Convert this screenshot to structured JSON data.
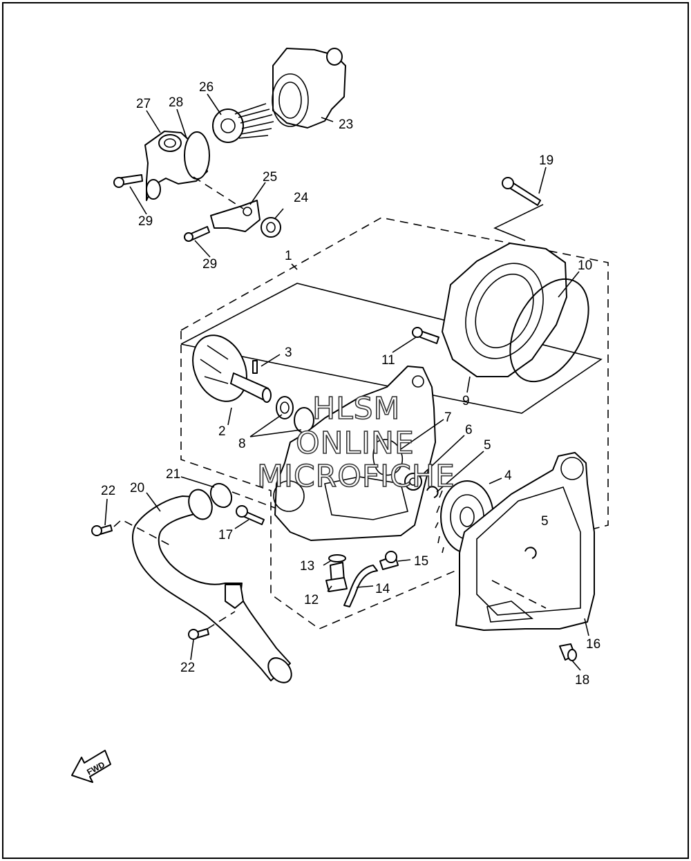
{
  "watermark": [
    "HLSM",
    "ONLINE",
    "MICROFICHE"
  ],
  "direction_label": "FWD",
  "callouts": [
    {
      "id": "c1",
      "text": "1"
    },
    {
      "id": "c2",
      "text": "2"
    },
    {
      "id": "c3",
      "text": "3"
    },
    {
      "id": "c4",
      "text": "4"
    },
    {
      "id": "c5a",
      "text": "5"
    },
    {
      "id": "c5b",
      "text": "5"
    },
    {
      "id": "c6",
      "text": "6"
    },
    {
      "id": "c7",
      "text": "7"
    },
    {
      "id": "c8",
      "text": "8"
    },
    {
      "id": "c9",
      "text": "9"
    },
    {
      "id": "c10",
      "text": "10"
    },
    {
      "id": "c11",
      "text": "11"
    },
    {
      "id": "c12",
      "text": "12"
    },
    {
      "id": "c13",
      "text": "13"
    },
    {
      "id": "c14",
      "text": "14"
    },
    {
      "id": "c15",
      "text": "15"
    },
    {
      "id": "c16",
      "text": "16"
    },
    {
      "id": "c17",
      "text": "17"
    },
    {
      "id": "c18",
      "text": "18"
    },
    {
      "id": "c19",
      "text": "19"
    },
    {
      "id": "c20",
      "text": "20"
    },
    {
      "id": "c21",
      "text": "21"
    },
    {
      "id": "c22a",
      "text": "22"
    },
    {
      "id": "c22b",
      "text": "22"
    },
    {
      "id": "c23",
      "text": "23"
    },
    {
      "id": "c24",
      "text": "24"
    },
    {
      "id": "c25",
      "text": "25"
    },
    {
      "id": "c26",
      "text": "26"
    },
    {
      "id": "c27",
      "text": "27"
    },
    {
      "id": "c28",
      "text": "28"
    },
    {
      "id": "c29a",
      "text": "29"
    },
    {
      "id": "c29b",
      "text": "29"
    }
  ]
}
